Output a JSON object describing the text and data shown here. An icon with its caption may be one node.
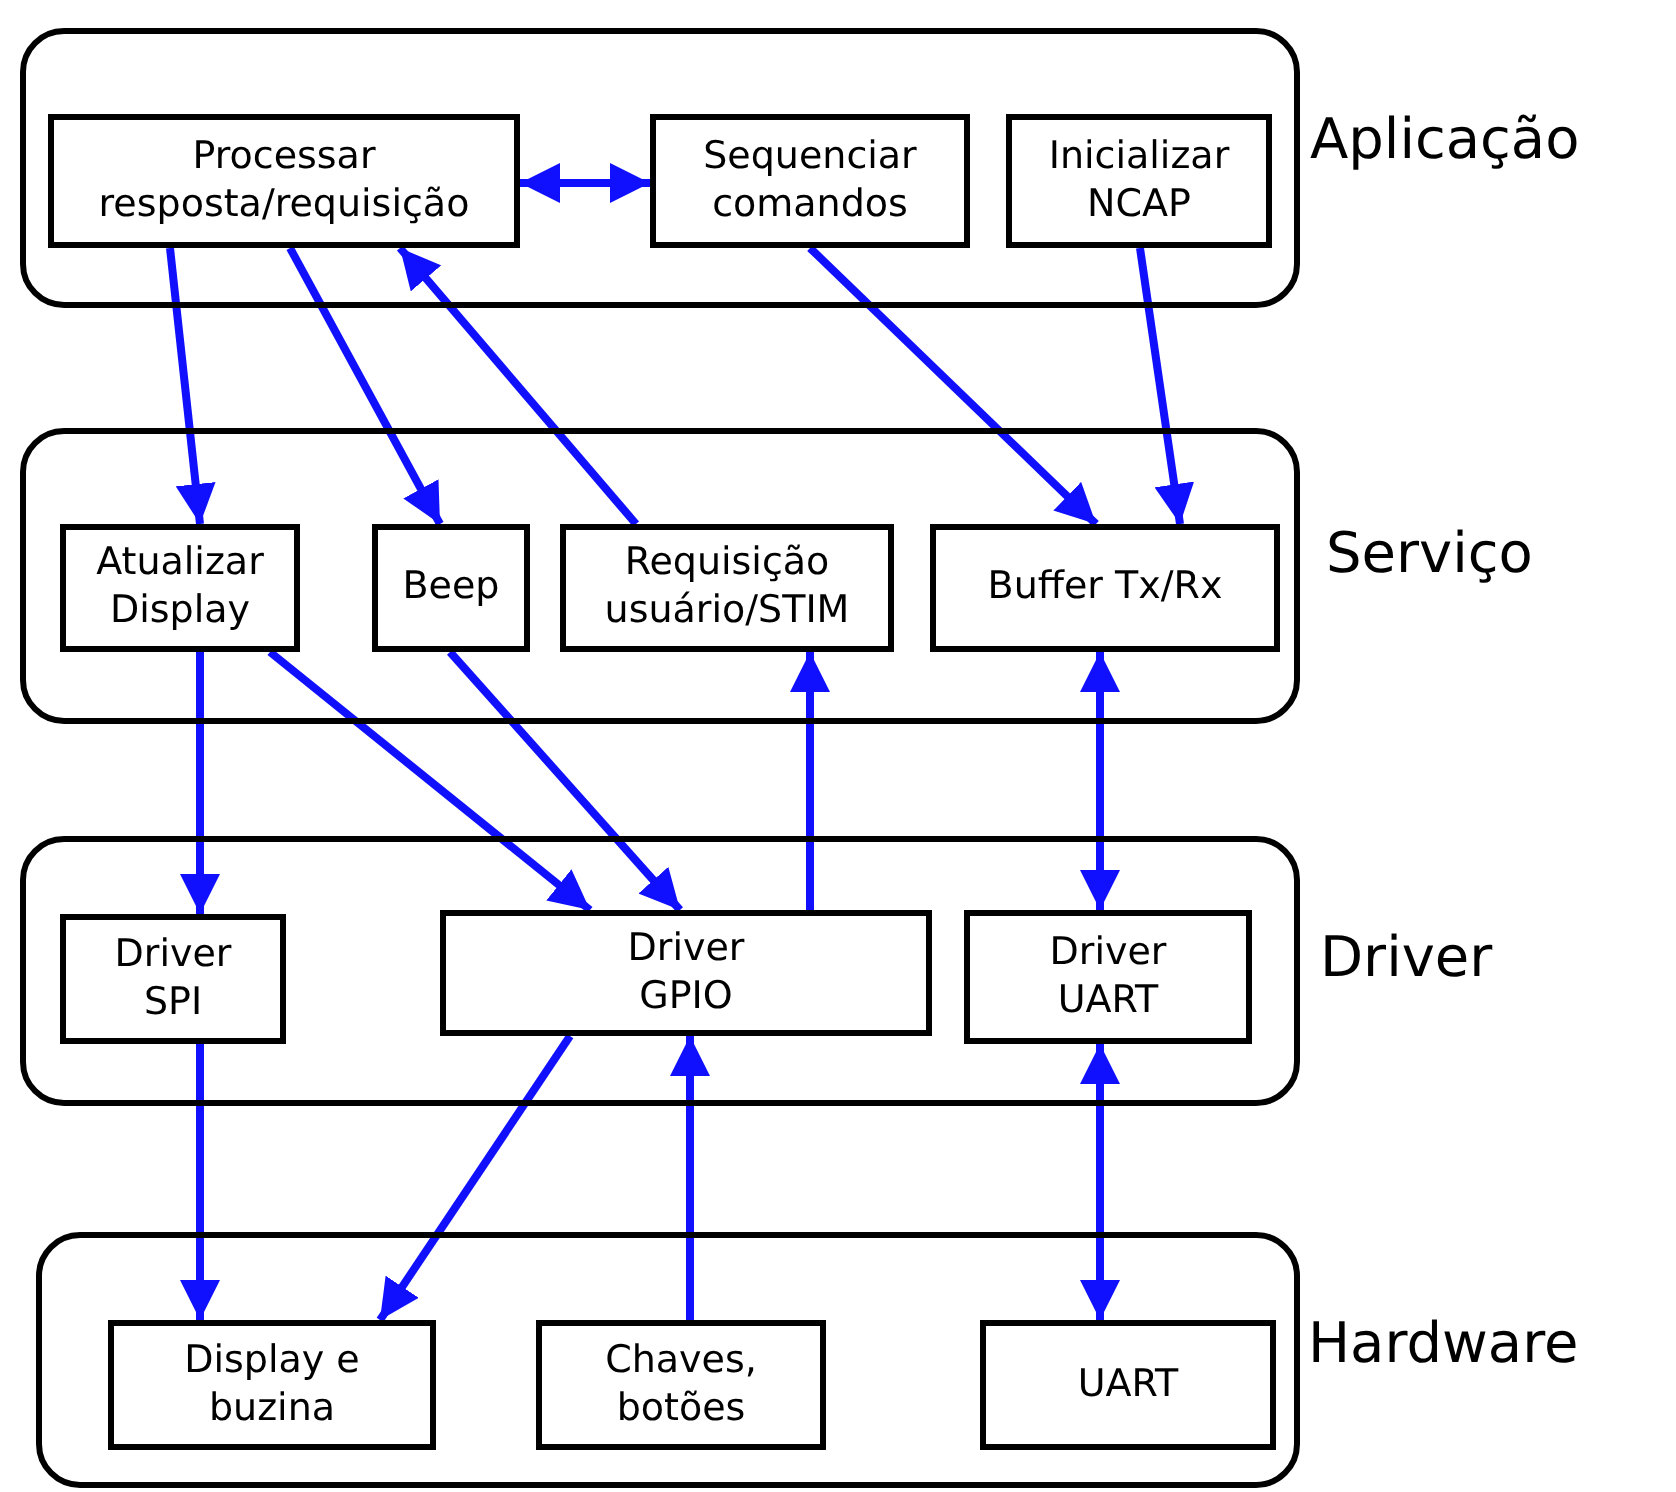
{
  "diagram": {
    "nodes": [
      {
        "text": [
          "Aplicação"
        ]
      },
      {
        "text": [
          "Processar resposta/requisição"
        ],
        "in": 0
      },
      {
        "text": [
          "Sequenciar comandos"
        ],
        "in": 0
      },
      {
        "text": [
          "Inicializar NCAP"
        ],
        "in": 0
      },
      {
        "text": [
          "Serviço"
        ]
      },
      {
        "text": [
          "Atualizar Display"
        ],
        "in": 4
      },
      {
        "text": [
          "Beep"
        ],
        "in": 4
      },
      {
        "text": [
          "Requisição usuário/STIM"
        ],
        "in": 4
      },
      {
        "text": [
          "Buffer Tx/Rx"
        ],
        "in": 4
      },
      {
        "text": [
          "Driver"
        ]
      },
      {
        "text": [
          "Driver SPI"
        ],
        "in": 9
      },
      {
        "text": [
          "Driver GPIO"
        ],
        "in": 9
      },
      {
        "text": [
          "Driver UART"
        ],
        "in": 9
      },
      {
        "text": [
          "Hardware"
        ]
      },
      {
        "text": [
          "Display e buzina"
        ],
        "in": 13
      },
      {
        "text": [
          "Chaves, botões"
        ],
        "in": 13
      },
      {
        "text": [
          "UART"
        ],
        "in": 13
      }
    ],
    "edges": [
      {
        "from": 1,
        "to": 2,
        "arrow": "both"
      },
      {
        "from": 1,
        "to": 5,
        "arrow": "to"
      },
      {
        "from": 1,
        "to": 6,
        "arrow": "to"
      },
      {
        "from": 7,
        "to": 1,
        "arrow": "to"
      },
      {
        "from": 2,
        "to": 8,
        "arrow": "to"
      },
      {
        "from": 3,
        "to": 8,
        "arrow": "to"
      },
      {
        "from": 5,
        "to": 10,
        "arrow": "to"
      },
      {
        "from": 5,
        "to": 11,
        "arrow": "to"
      },
      {
        "from": 6,
        "to": 11,
        "arrow": "to"
      },
      {
        "from": 11,
        "to": 7,
        "arrow": "to"
      },
      {
        "from": 8,
        "to": 12,
        "arrow": "both"
      },
      {
        "from": 10,
        "to": 14,
        "arrow": "to"
      },
      {
        "from": 11,
        "to": 14,
        "arrow": "to"
      },
      {
        "from": 15,
        "to": 11,
        "arrow": "to"
      },
      {
        "from": 12,
        "to": 16,
        "arrow": "both"
      }
    ]
  }
}
